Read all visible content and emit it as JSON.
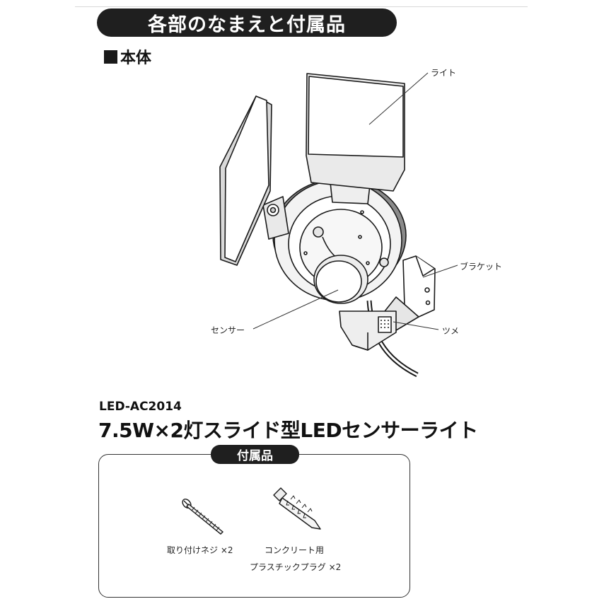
{
  "header": {
    "title": "各部のなまえと付属品",
    "section_label": "本体"
  },
  "callouts": {
    "light": "ライト",
    "bracket": "ブラケット",
    "sensor": "センサー",
    "claw": "ツメ"
  },
  "product": {
    "model": "LED-AC2014",
    "name": "7.5W×2灯スライド型LEDセンサーライト"
  },
  "accessories": {
    "label": "付属品",
    "items": [
      {
        "name": "取り付けネジ ×2",
        "icon": "screw-icon"
      },
      {
        "name_line1": "コンクリート用",
        "name_line2": "プラスチックプラグ ×2",
        "icon": "plastic-plug-icon"
      }
    ]
  }
}
